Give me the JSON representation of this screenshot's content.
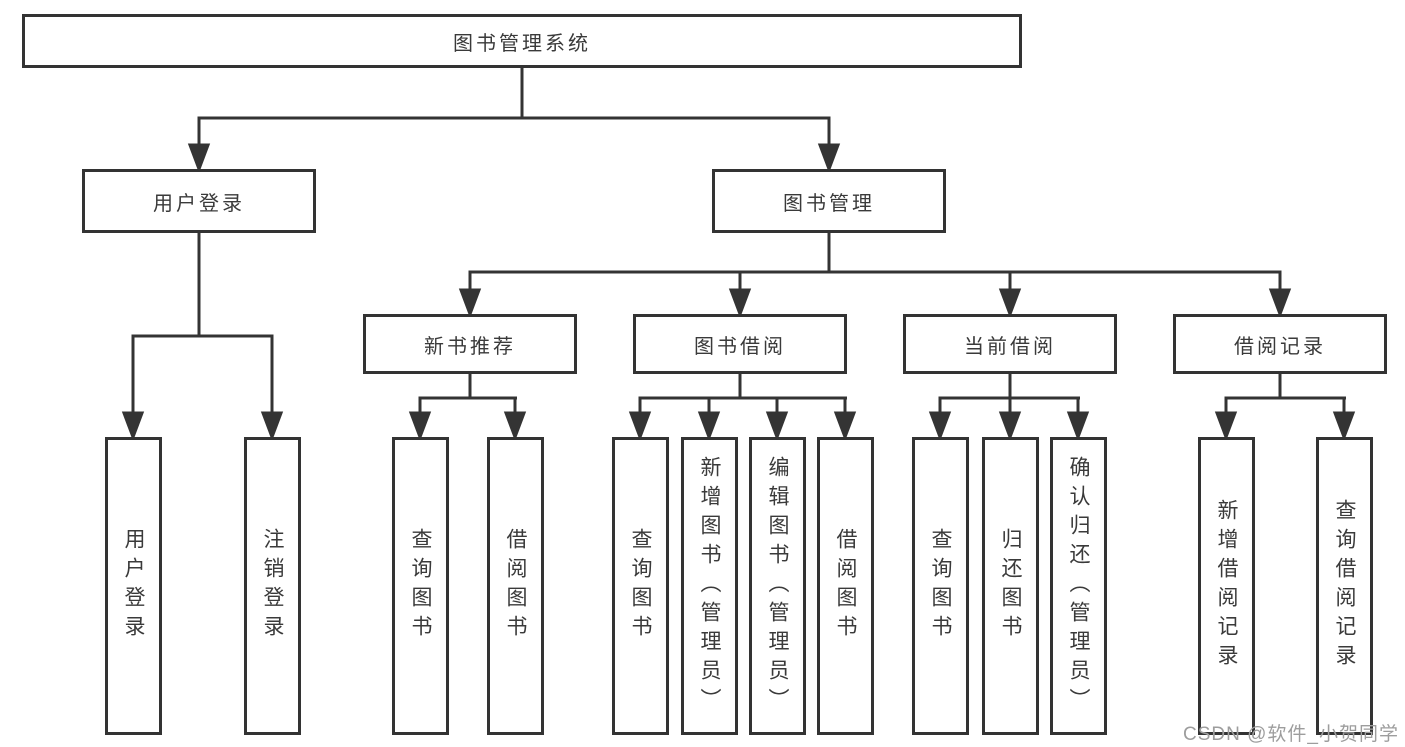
{
  "diagram": {
    "type": "hierarchy-tree",
    "colors": {
      "line": "#343434",
      "border": "#333333",
      "text": "#3a3a3a",
      "background": "#ffffff",
      "watermark": "#9d9d9d"
    },
    "watermark": "CSDN @软件_小贺同学",
    "nodes": {
      "root": {
        "label": "图书管理系统"
      },
      "user_login": {
        "label": "用户登录"
      },
      "book_mgmt": {
        "label": "图书管理"
      },
      "new_book_rec": {
        "label": "新书推荐"
      },
      "book_borrow": {
        "label": "图书借阅"
      },
      "current_borrow": {
        "label": "当前借阅"
      },
      "borrow_record": {
        "label": "借阅记录"
      },
      "leaf_user_login": {
        "label": "用户登录",
        "parent": "用户登录"
      },
      "leaf_logout": {
        "label": "注销登录",
        "parent": "用户登录"
      },
      "leaf_query_book_1": {
        "label": "查询图书",
        "parent": "新书推荐"
      },
      "leaf_borrow_book_1": {
        "label": "借阅图书",
        "parent": "新书推荐"
      },
      "leaf_query_book_2": {
        "label": "查询图书",
        "parent": "图书借阅"
      },
      "leaf_add_book": {
        "label": "新增图书（管理员）",
        "parent": "图书借阅"
      },
      "leaf_edit_book": {
        "label": "编辑图书（管理员）",
        "parent": "图书借阅"
      },
      "leaf_borrow_book_2": {
        "label": "借阅图书",
        "parent": "图书借阅"
      },
      "leaf_query_book_3": {
        "label": "查询图书",
        "parent": "当前借阅"
      },
      "leaf_return_book": {
        "label": "归还图书",
        "parent": "当前借阅"
      },
      "leaf_confirm_return": {
        "label": "确认归还（管理员）",
        "parent": "当前借阅"
      },
      "leaf_add_record": {
        "label": "新增借阅记录",
        "parent": "借阅记录"
      },
      "leaf_query_record": {
        "label": "查询借阅记录",
        "parent": "借阅记录"
      }
    }
  }
}
